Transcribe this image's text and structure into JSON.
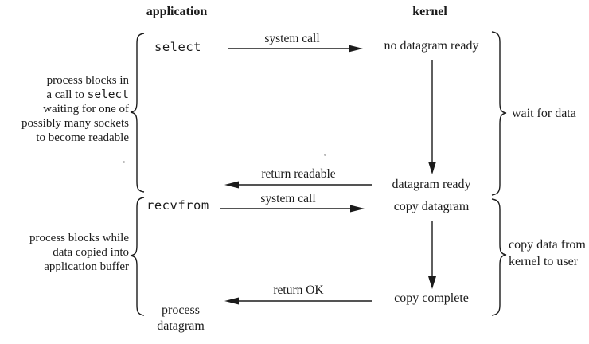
{
  "colors": {
    "ink": "#1b1b1b",
    "background": "#ffffff"
  },
  "headers": {
    "application": "application",
    "kernel": "kernel"
  },
  "application_column": {
    "select": "select",
    "recvfrom": "recvfrom",
    "process_datagram": {
      "line1": "process",
      "line2": "datagram"
    }
  },
  "kernel_column": {
    "no_datagram_ready": "no datagram ready",
    "datagram_ready": "datagram ready",
    "copy_datagram": "copy datagram",
    "copy_complete": "copy complete"
  },
  "arrows": {
    "select_system_call": "system call",
    "return_readable": "return readable",
    "recvfrom_system_call": "system call",
    "return_ok": "return OK"
  },
  "brace_labels": {
    "wait_for_data": "wait for data",
    "copy_data": {
      "line1": "copy data from",
      "line2": "kernel to user"
    }
  },
  "annotations": {
    "select_block": {
      "line1": "process blocks in",
      "line2_prefix": "a call to ",
      "line2_code": "select",
      "line3": "waiting for one of",
      "line4": "possibly many sockets",
      "line5": "to become readable"
    },
    "recvfrom_block": {
      "line1": "process blocks while",
      "line2": "data copied into",
      "line3": "application buffer"
    }
  }
}
